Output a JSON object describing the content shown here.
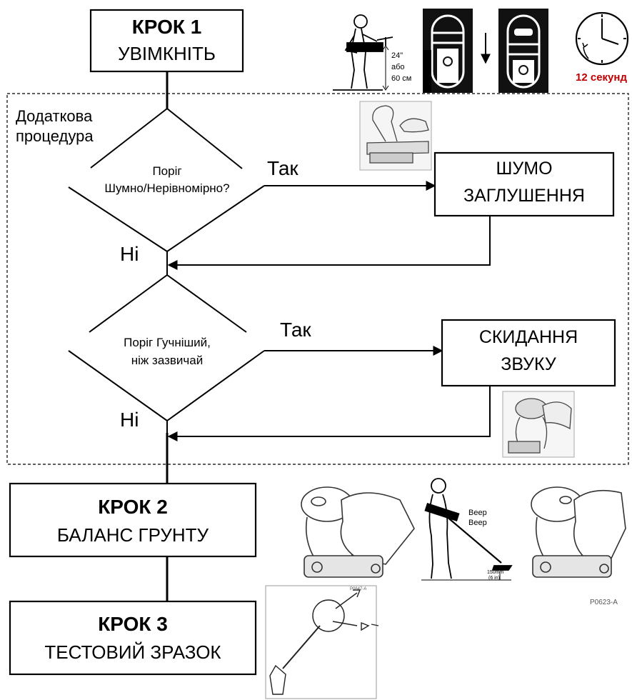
{
  "step1": {
    "title": "КРОК 1",
    "subtitle": "УВІМКНІТЬ"
  },
  "optional": {
    "line1": "Додаткова",
    "line2": "процедура"
  },
  "decision1": {
    "line1": "Поріг",
    "line2": "Шумно/Нерівномірно?"
  },
  "decision2": {
    "line1": "Поріг Гучніший,",
    "line2": "ніж зазвичай"
  },
  "yes_label": "Так",
  "no_label": "Ні",
  "noise_box": {
    "line1": "ШУМО",
    "line2": "ЗАГЛУШЕННЯ"
  },
  "reset_box": {
    "line1": "СКИДАННЯ",
    "line2": "ЗВУКУ"
  },
  "step2": {
    "title": "КРОК 2",
    "subtitle": "БАЛАНС ГРУНТУ"
  },
  "step3": {
    "title": "КРОК 3",
    "subtitle": "ТЕСТОВИЙ ЗРАЗОК"
  },
  "height_note": {
    "line1": "24\"",
    "line2": "або",
    "line3": "60 см"
  },
  "timer_label": "12 секунд",
  "beep_text": {
    "line1": "Beep",
    "line2": "Beep"
  },
  "ground_note": {
    "line1": "150mm",
    "line2": "(6 in)"
  },
  "fig_code_a": "P0647-A",
  "fig_code_b": "P0623-A",
  "colors": {
    "line": "#000000",
    "timer_red": "#c00000",
    "panel_dark": "#111111"
  }
}
